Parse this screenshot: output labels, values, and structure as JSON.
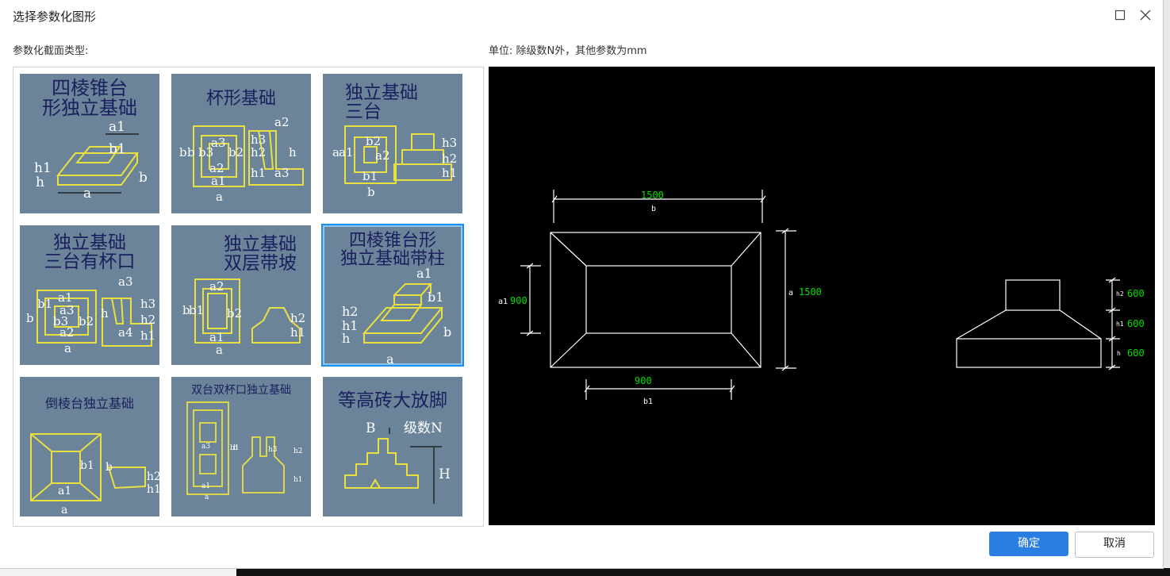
{
  "dialog": {
    "title": "选择参数化图形",
    "maximize_icon": "maximize-icon",
    "close_icon": "close-icon"
  },
  "left_label": "参数化截面类型:",
  "unit_label": "单位:  除级数N外，其他参数为mm",
  "thumbnails": [
    {
      "caption": "四棱锥台\n形独立基础",
      "selected": false
    },
    {
      "caption": "杯形基础",
      "selected": false
    },
    {
      "caption": "独立基础\n三台",
      "selected": false
    },
    {
      "caption": "独立基础\n三台有杯口",
      "selected": false
    },
    {
      "caption": "独立基础\n双层带坡",
      "selected": false
    },
    {
      "caption": "四棱锥台形\n独立基础带柱",
      "selected": true
    },
    {
      "caption": "倒棱台独立基础",
      "selected": false
    },
    {
      "caption": "双台双杯口独立基础",
      "selected": false
    },
    {
      "caption": "等高砖大放脚",
      "selected": false
    }
  ],
  "preview": {
    "plan": {
      "b_value": "1500",
      "b_label": "b",
      "a_label": "a",
      "a_value": "1500",
      "a1_label": "a1",
      "a1_value": "900",
      "b1_value": "900",
      "b1_label": "b1"
    },
    "elevation": {
      "h2_label": "h2",
      "h2_value": "600",
      "h1_label": "h1",
      "h1_value": "600",
      "h_label": "h",
      "h_value": "600"
    },
    "colors": {
      "line": "#ffffff",
      "value": "#00e000"
    }
  },
  "buttons": {
    "ok": "确定",
    "cancel": "取消"
  }
}
